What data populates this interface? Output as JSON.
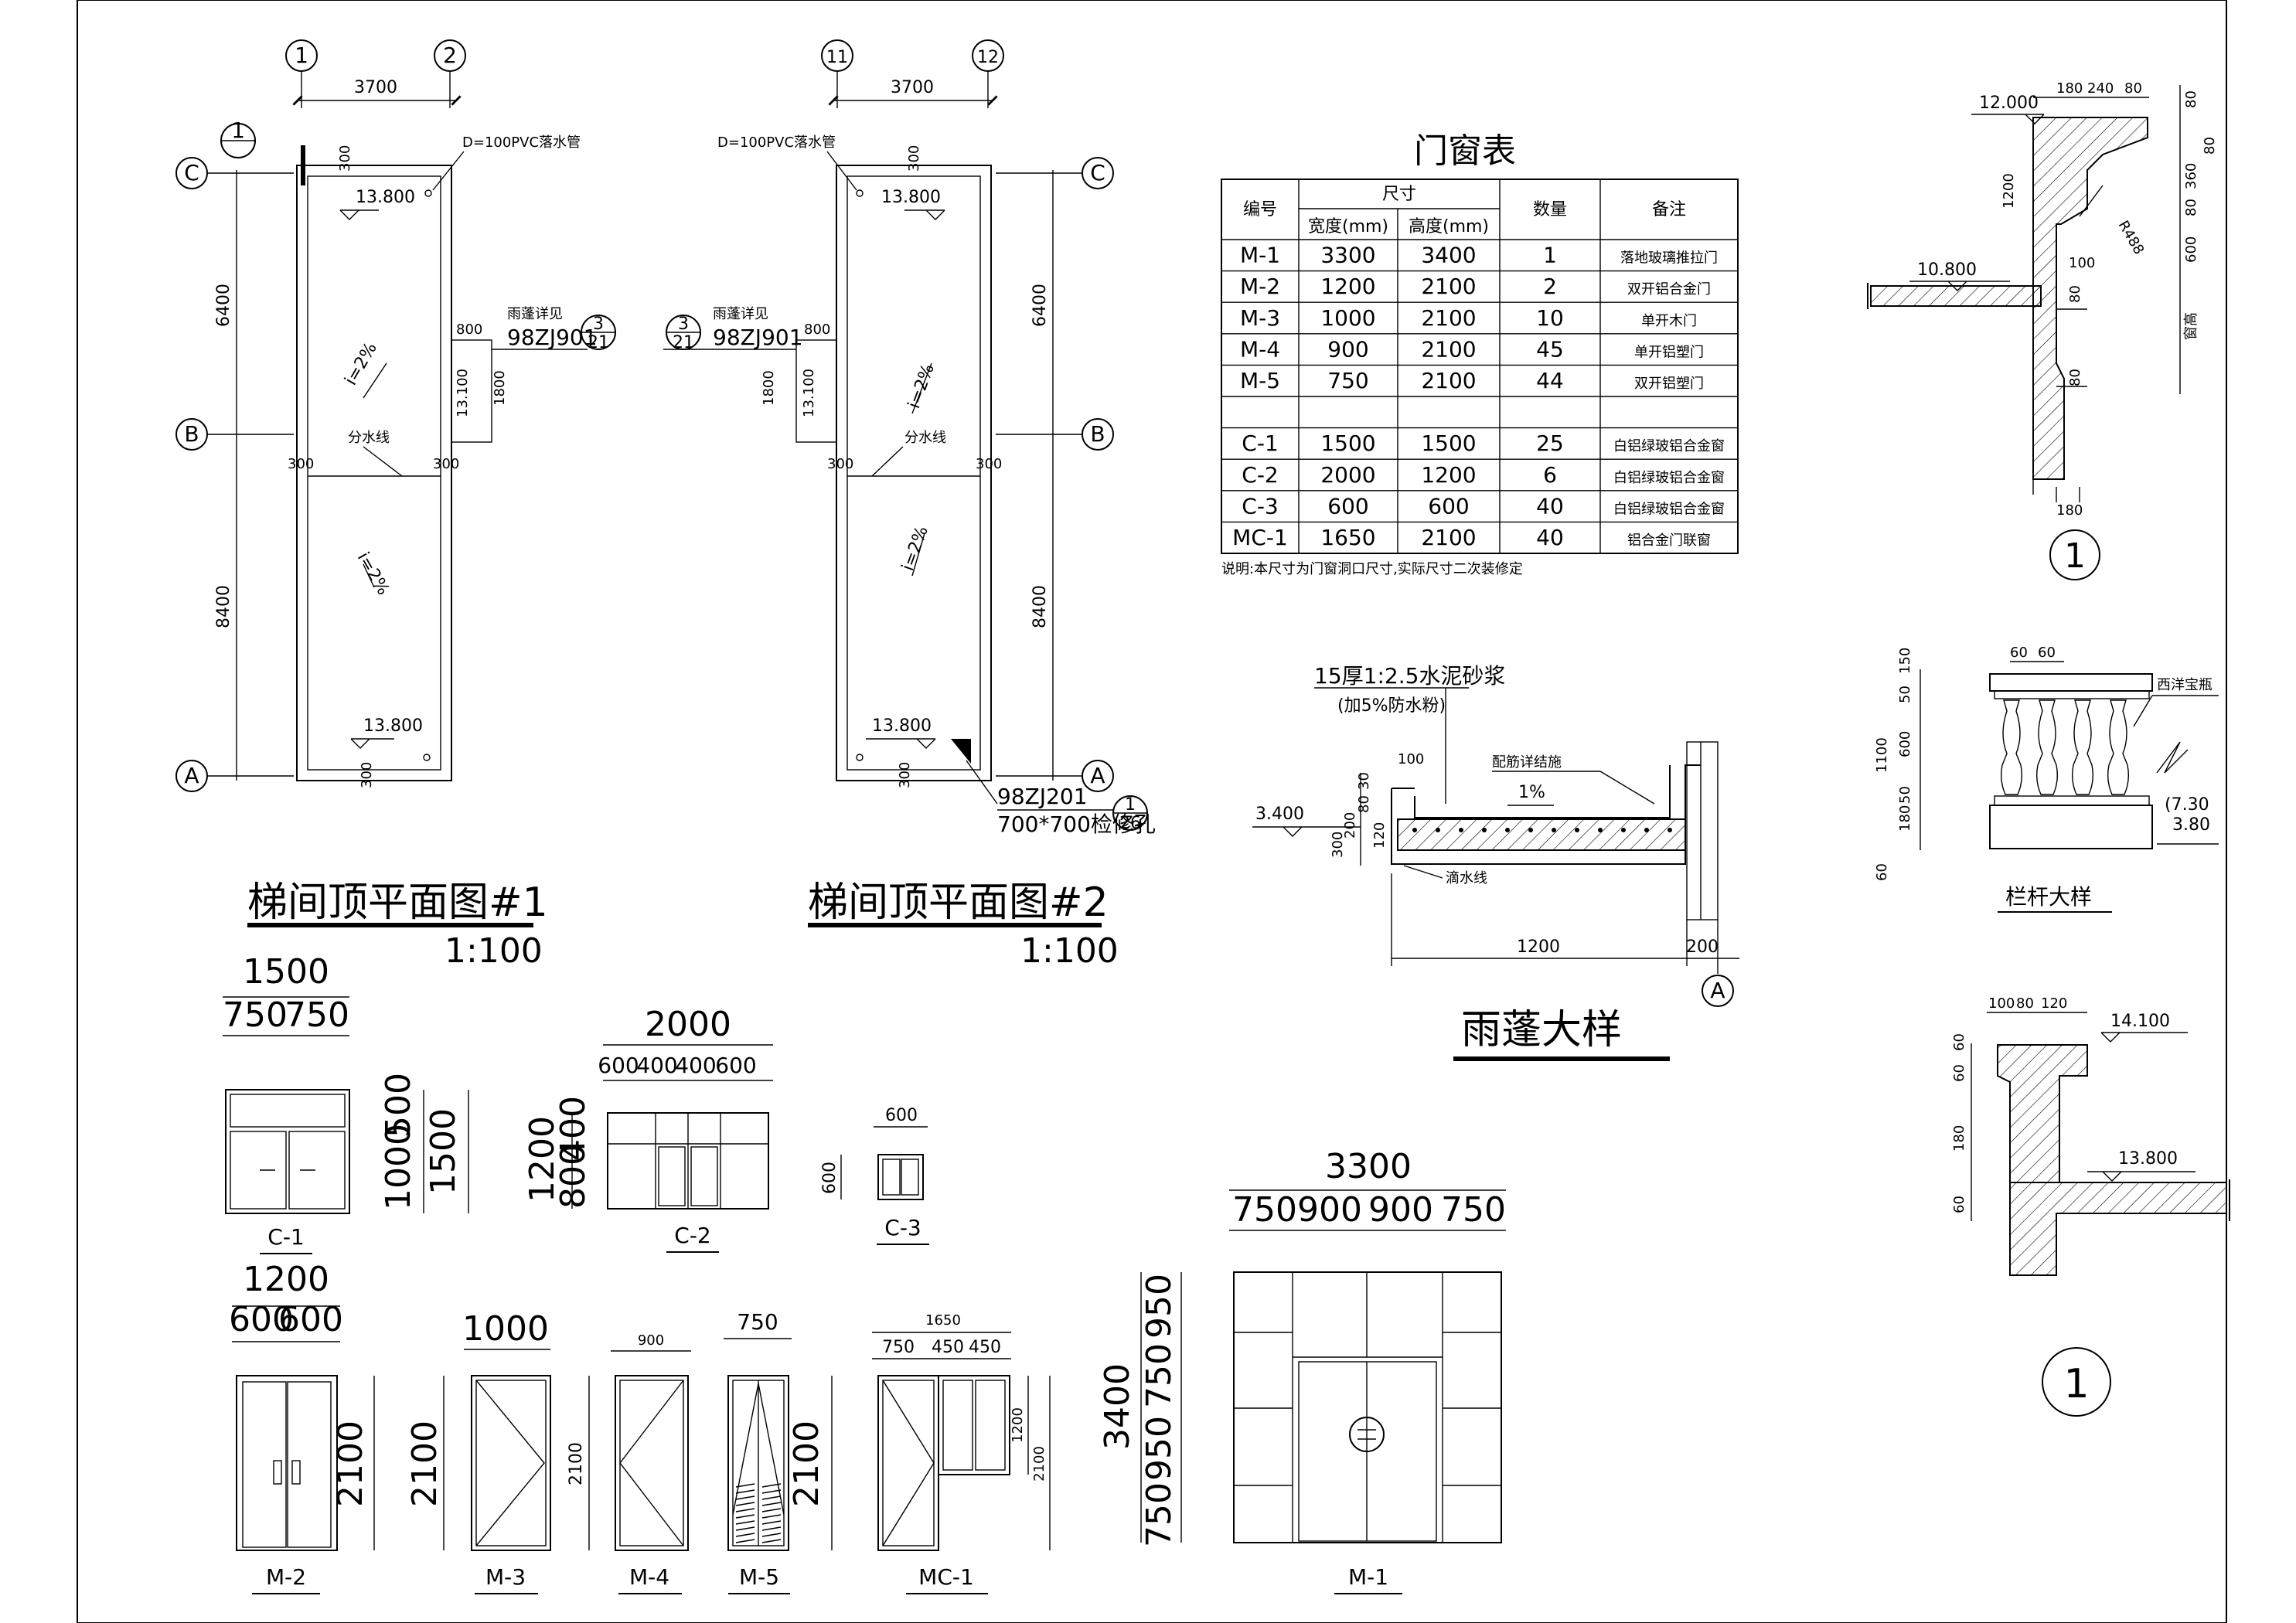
{
  "plan1": {
    "axis_1": "1",
    "axis_2": "2",
    "axis_c": "C",
    "axis_b": "B",
    "axis_a": "A",
    "dim_width": "3700",
    "dim_6400": "6400",
    "dim_8400": "8400",
    "pipe_note": "D=100PVC落水管",
    "elev_top": "13.800",
    "elev_bottom": "13.800",
    "dim_300a": "300",
    "dim_300b": "300",
    "dim_300c": "300",
    "dim_300d": "300",
    "canopy_note": "雨蓬详见",
    "canopy_code": "98ZJ901",
    "canopy_num": "3",
    "canopy_den": "21",
    "dim_800": "800",
    "dim_1800": "1800",
    "elev_canopy": "13.100",
    "slope1": "i=2%",
    "slope2": "i=2%",
    "ridge": "分水线",
    "section_mark": "1",
    "title": "梯间顶平面图#1",
    "scale": "1:100"
  },
  "plan2": {
    "axis_11": "11",
    "axis_12": "12",
    "axis_c": "C",
    "axis_b": "B",
    "axis_a": "A",
    "dim_width": "3700",
    "dim_6400": "6400",
    "dim_8400": "8400",
    "pipe_note": "D=100PVC落水管",
    "elev_top": "13.800",
    "elev_bottom": "13.800",
    "dim_300a": "300",
    "dim_300b": "300",
    "dim_300c": "300",
    "dim_300d": "300",
    "canopy_note": "雨蓬详见",
    "canopy_code": "98ZJ901",
    "canopy_num": "3",
    "canopy_den": "21",
    "dim_800": "800",
    "dim_1800": "1800",
    "elev_canopy": "13.100",
    "slope1": "i=2%",
    "slope2": "i=2%",
    "ridge": "分水线",
    "hatch_code": "98ZJ201",
    "hatch_note": "700*700检修孔",
    "hatch_num": "1",
    "hatch_den": "26",
    "title": "梯间顶平面图#2",
    "scale": "1:100"
  },
  "schedule": {
    "title": "门窗表",
    "h_code": "编号",
    "h_size": "尺寸",
    "h_width": "宽度(mm)",
    "h_height": "高度(mm)",
    "h_qty": "数量",
    "h_note": "备注",
    "rows": [
      {
        "code": "M-1",
        "w": "3300",
        "h": "3400",
        "q": "1",
        "n": "落地玻璃推拉门"
      },
      {
        "code": "M-2",
        "w": "1200",
        "h": "2100",
        "q": "2",
        "n": "双开铝合金门"
      },
      {
        "code": "M-3",
        "w": "1000",
        "h": "2100",
        "q": "10",
        "n": "单开木门"
      },
      {
        "code": "M-4",
        "w": "900",
        "h": "2100",
        "q": "45",
        "n": "单开铝塑门"
      },
      {
        "code": "M-5",
        "w": "750",
        "h": "2100",
        "q": "44",
        "n": "双开铝塑门"
      },
      {
        "code": "",
        "w": "",
        "h": "",
        "q": "",
        "n": ""
      },
      {
        "code": "C-1",
        "w": "1500",
        "h": "1500",
        "q": "25",
        "n": "白铝绿玻铝合金窗"
      },
      {
        "code": "C-2",
        "w": "2000",
        "h": "1200",
        "q": "6",
        "n": "白铝绿玻铝合金窗"
      },
      {
        "code": "C-3",
        "w": "600",
        "h": "600",
        "q": "40",
        "n": "白铝绿玻铝合金窗"
      },
      {
        "code": "MC-1",
        "w": "1650",
        "h": "2100",
        "q": "40",
        "n": "铝合金门联窗"
      }
    ],
    "footnote": "说明:本尺寸为门窗洞口尺寸,实际尺寸二次装修定"
  },
  "canopy": {
    "mortar": "15厚1:2.5水泥砂浆",
    "waterproof": "(加5%防水粉)",
    "rebar": "配筋详结施",
    "slope": "1%",
    "elev": "3.400",
    "drip": "滴水线",
    "dim_100": "100",
    "dim_1200": "1200",
    "dim_200": "200",
    "dim_300": "300",
    "dim_200b": "200",
    "dim_80": "80",
    "dim_120": "120",
    "dim_30": "30",
    "axis_a": "A",
    "title": "雨蓬大样"
  },
  "section1": {
    "elev_top": "12.000",
    "elev_floor": "10.800",
    "d180": "180",
    "d240": "240",
    "d80": "80",
    "d1200": "1200",
    "r488": "R488",
    "d80a": "80",
    "d80b": "80",
    "d360": "360",
    "d80c": "80",
    "d600": "600",
    "d100": "100",
    "d80d": "80",
    "d80e": "80",
    "d180b": "180",
    "vertical_note": "窗高",
    "mark": "1"
  },
  "railing": {
    "d60a": "60",
    "d60b": "60",
    "d150": "150",
    "d50": "50",
    "d600": "600",
    "d1100": "1100",
    "d180": "180",
    "d50b": "50",
    "d60c": "60",
    "note": "西洋宝瓶",
    "elev1": "(7.30",
    "elev2": "3.80",
    "title": "栏杆大样"
  },
  "section2": {
    "elev_top": "14.100",
    "elev_floor": "13.800",
    "d100": "100",
    "d80": "80",
    "d120": "120",
    "d60a": "60",
    "d60b": "60",
    "d180": "180",
    "d60c": "60",
    "mark": "1"
  },
  "elevations": {
    "c1": {
      "label": "C-1",
      "w": "1500",
      "w1": "750",
      "w2": "750",
      "h": "1500",
      "h1": "1000",
      "h2": "500"
    },
    "c2": {
      "label": "C-2",
      "w": "2000",
      "w1": "600",
      "w2": "400",
      "w3": "400",
      "w4": "600",
      "h": "1200",
      "h1": "800",
      "h2": "400"
    },
    "c3": {
      "label": "C-3",
      "w": "600",
      "h": "600"
    },
    "m2": {
      "label": "M-2",
      "w": "1200",
      "w1": "600",
      "w2": "600",
      "h": "2100"
    },
    "m3": {
      "label": "M-3",
      "w": "1000",
      "h": "2100"
    },
    "m4": {
      "label": "M-4",
      "w": "900",
      "h": "2100"
    },
    "m5": {
      "label": "M-5",
      "w": "750",
      "h": "2100"
    },
    "mc1": {
      "label": "MC-1",
      "w": "1650",
      "w1": "750",
      "w2": "450",
      "w3": "450",
      "h": "2100",
      "h1": "1200"
    },
    "m1": {
      "label": "M-1",
      "w": "3300",
      "w1": "750",
      "w2": "900",
      "w3": "900",
      "w4": "750",
      "h": "3400",
      "h1": "950",
      "h2": "750",
      "h3": "950",
      "h4": "750"
    }
  }
}
